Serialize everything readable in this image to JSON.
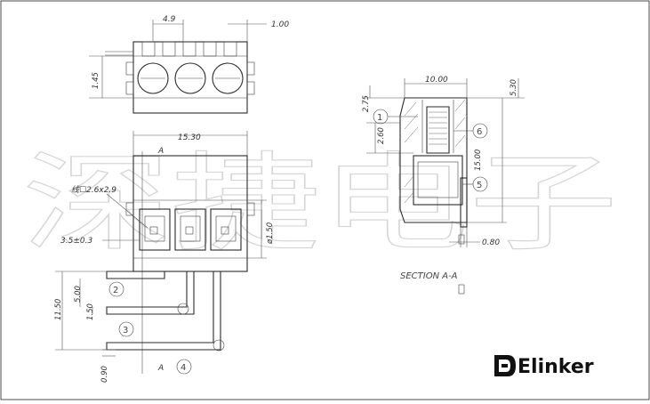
{
  "dims": {
    "pitch": "4.9",
    "overhang": "1.00",
    "top_height": "1.45",
    "width": "15.30",
    "hole": "ø1.50",
    "offset": "3.5±0.3",
    "wire": "线☐2.6x2.9",
    "total_height": "11.50",
    "h500": "5.00",
    "h150": "1.50",
    "pin": "0.90",
    "sec_width": "10.00",
    "sec_530": "5.30",
    "sec_275": "2.75",
    "sec_260": "2.60",
    "sec_1500": "15.00",
    "sec_080": "0.80"
  },
  "markers": {
    "a_top": "A",
    "a_bottom": "A"
  },
  "section_label": "SECTION A-A",
  "callouts": [
    "1",
    "2",
    "3",
    "4",
    "5",
    "6"
  ],
  "watermark": "深捷电子",
  "brand": {
    "name": "Elinker",
    "icon": "elinker-logo-icon"
  }
}
